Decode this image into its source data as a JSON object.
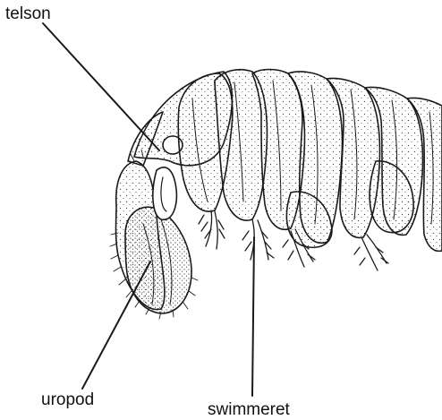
{
  "diagram": {
    "labels": {
      "telson": "telson",
      "uropod": "uropod",
      "swimmeret": "swimmeret"
    },
    "colors": {
      "ink": "#1a1a1a",
      "paper": "#ffffff",
      "stipple": "#3a3a3a"
    }
  }
}
